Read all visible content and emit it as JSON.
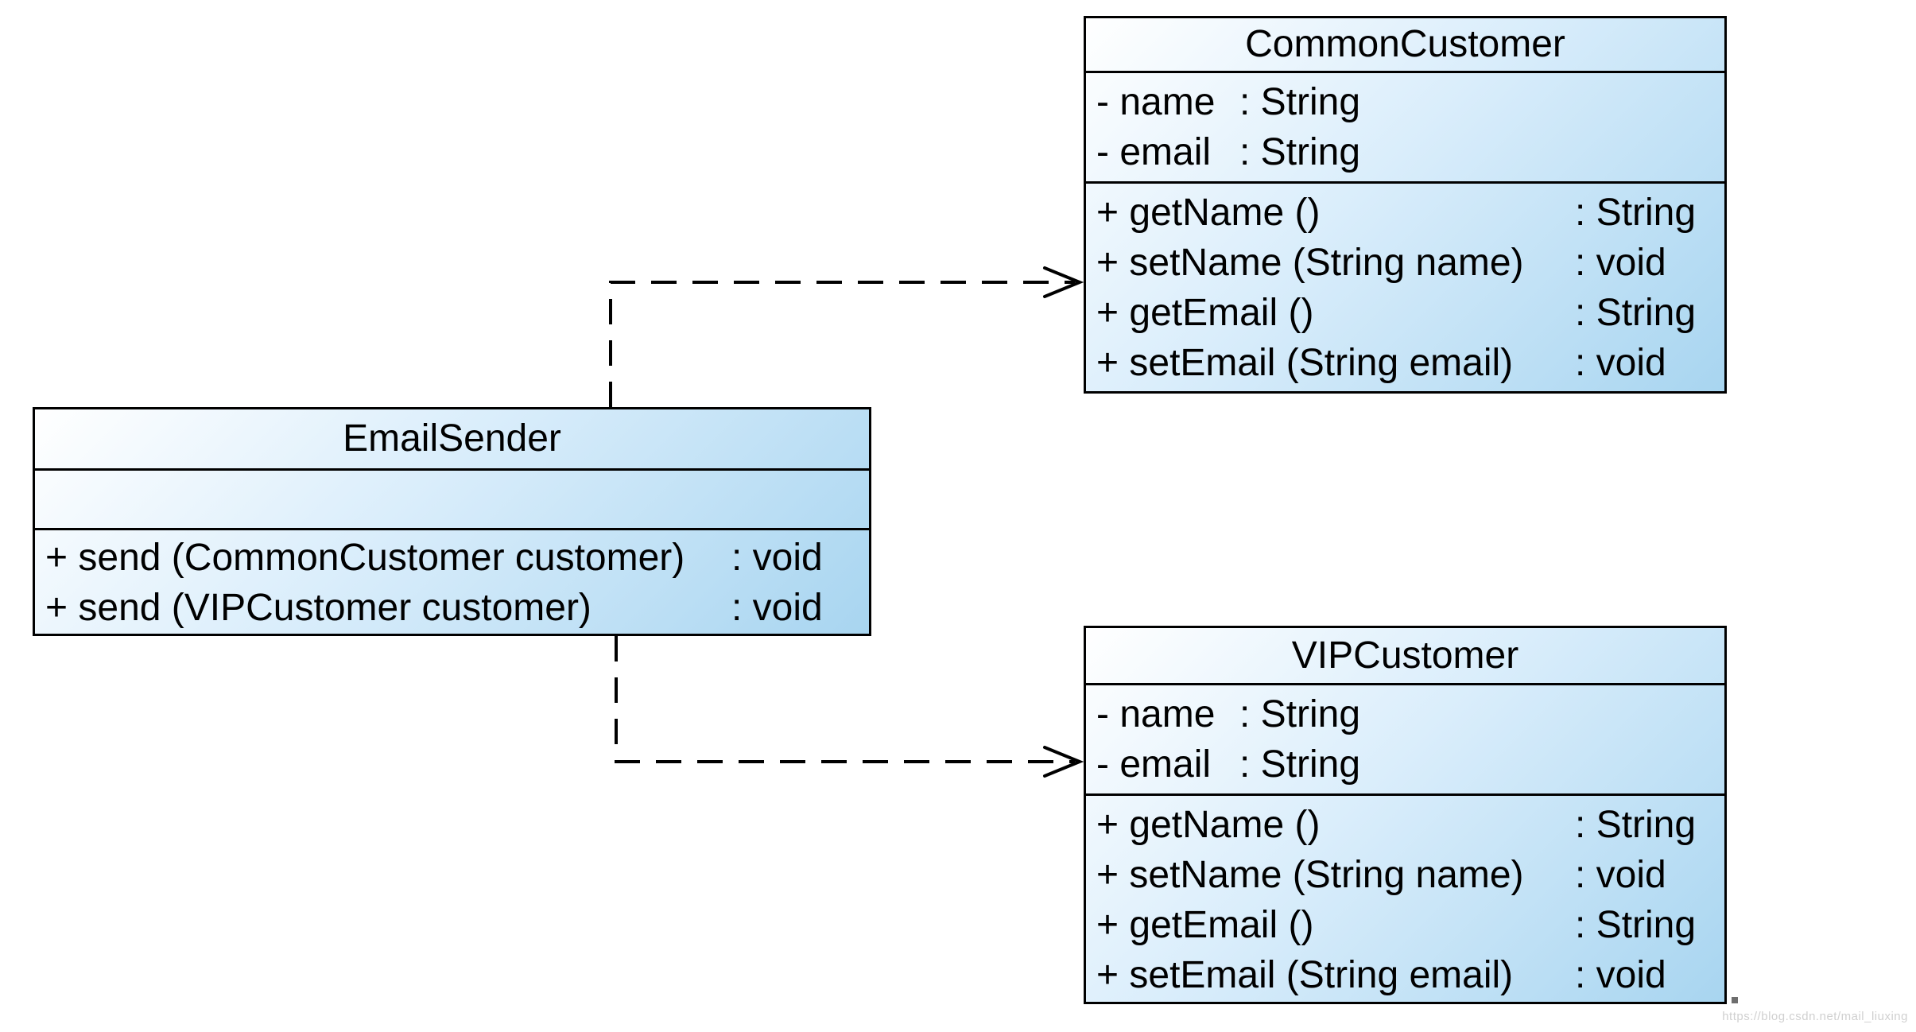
{
  "diagram": {
    "kind": "uml-class-diagram",
    "colors": {
      "background": "#ffffff",
      "box_fill_start": "#ffffff",
      "box_fill_mid": "#d9edfb",
      "box_fill_end": "#a8d5f0",
      "box_border": "#000000",
      "text": "#000000",
      "connector": "#000000",
      "watermark": "#d0d0d0"
    },
    "classes": [
      {
        "name": "EmailSender",
        "attributes": [],
        "methods": [
          {
            "signature": "+ send (CommonCustomer customer)",
            "type": ": void"
          },
          {
            "signature": "+ send (VIPCustomer customer)",
            "type": ": void"
          }
        ]
      },
      {
        "name": "CommonCustomer",
        "attributes": [
          {
            "name": "- name",
            "type": ": String"
          },
          {
            "name": "- email",
            "type": ": String"
          }
        ],
        "methods": [
          {
            "signature": "+ getName ()",
            "type": ": String"
          },
          {
            "signature": "+ setName (String name)",
            "type": ": void"
          },
          {
            "signature": "+ getEmail ()",
            "type": ": String"
          },
          {
            "signature": "+ setEmail (String email)",
            "type": ": void"
          }
        ]
      },
      {
        "name": "VIPCustomer",
        "attributes": [
          {
            "name": "- name",
            "type": ": String"
          },
          {
            "name": "- email",
            "type": ": String"
          }
        ],
        "methods": [
          {
            "signature": "+ getName ()",
            "type": ": String"
          },
          {
            "signature": "+ setName (String name)",
            "type": ": void"
          },
          {
            "signature": "+ getEmail ()",
            "type": ": String"
          },
          {
            "signature": "+ setEmail (String email)",
            "type": ": void"
          }
        ]
      }
    ],
    "relations": [
      {
        "from": "EmailSender",
        "to": "CommonCustomer",
        "style": "dashed-dependency-open-arrow"
      },
      {
        "from": "EmailSender",
        "to": "VIPCustomer",
        "style": "dashed-dependency-open-arrow"
      }
    ],
    "watermark": "https://blog.csdn.net/mail_liuxing"
  }
}
